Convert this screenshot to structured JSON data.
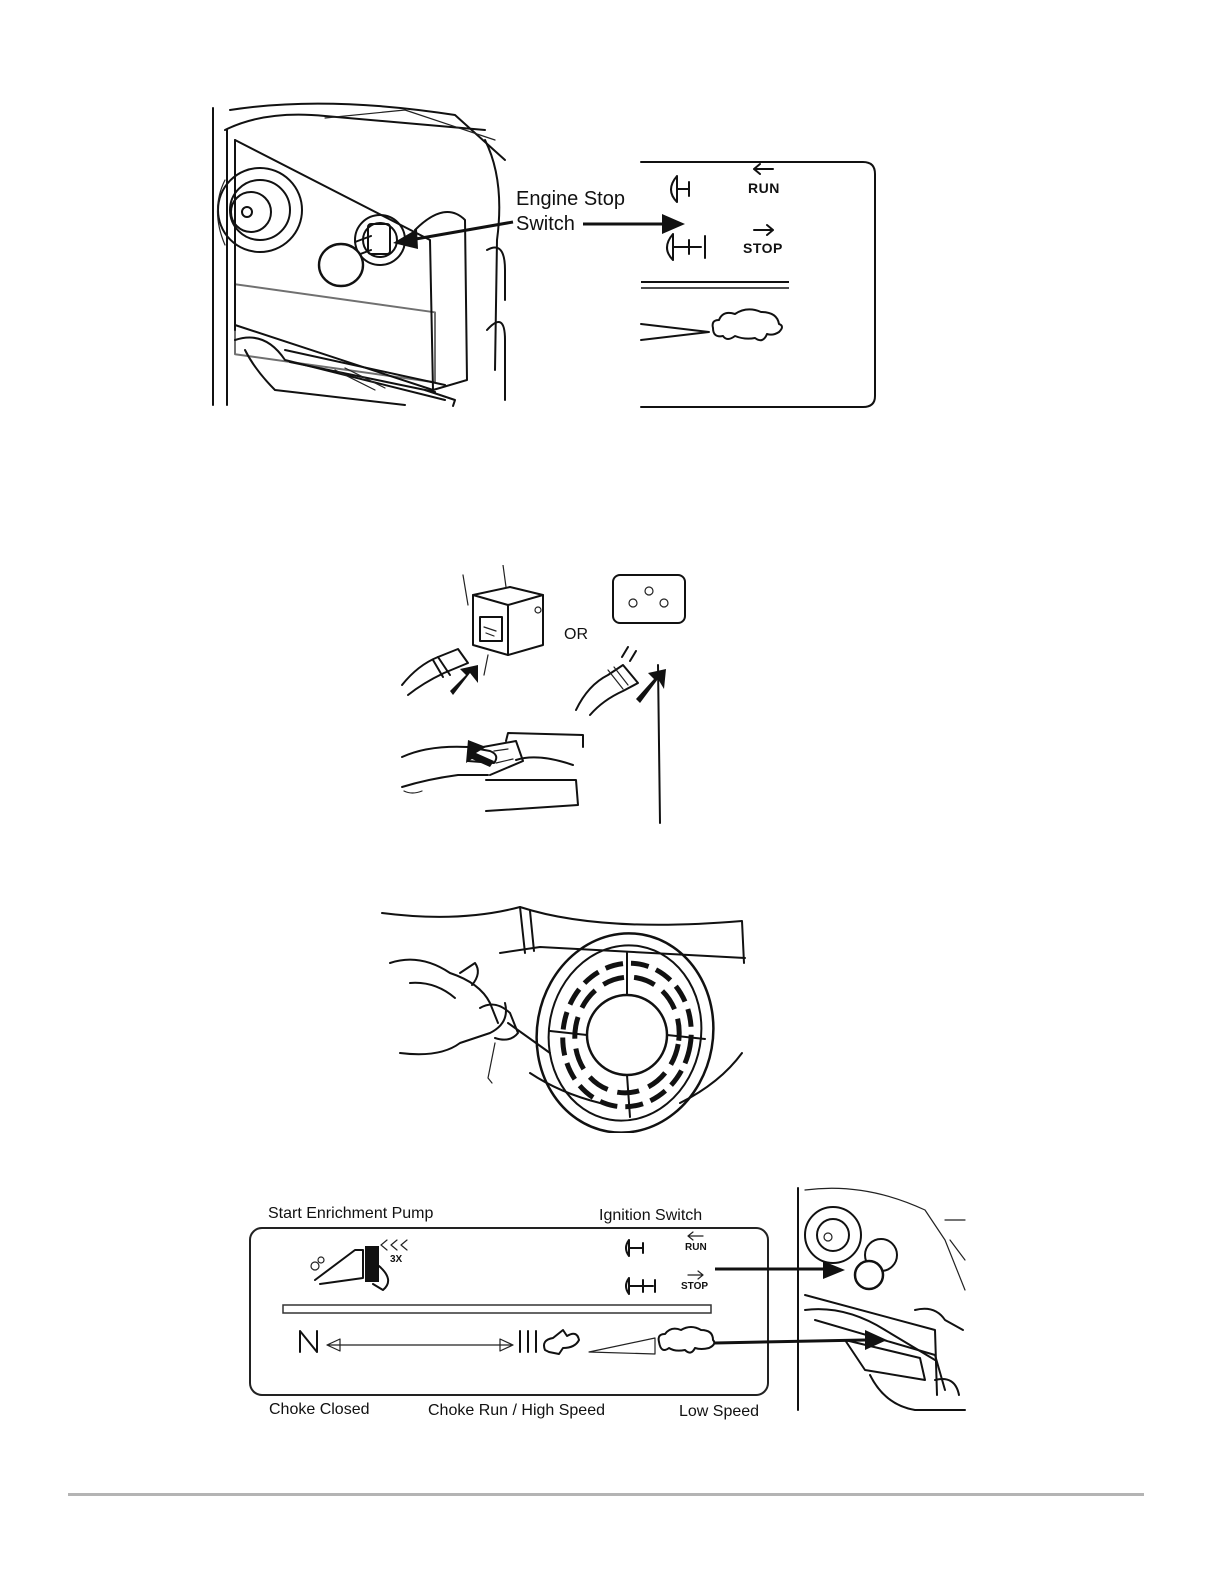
{
  "figure1": {
    "callout": "Engine Stop\nSwitch",
    "run_label": "RUN",
    "stop_label": "STOP"
  },
  "figure2": {
    "or_label": "OR"
  },
  "figure4": {
    "start_enrichment_pump": "Start Enrichment Pump",
    "ignition_switch": "Ignition Switch",
    "times_label": "3X",
    "run_label": "RUN",
    "stop_label": "STOP",
    "choke_closed": "Choke Closed",
    "choke_run_high_speed": "Choke Run / High Speed",
    "low_speed": "Low Speed"
  }
}
